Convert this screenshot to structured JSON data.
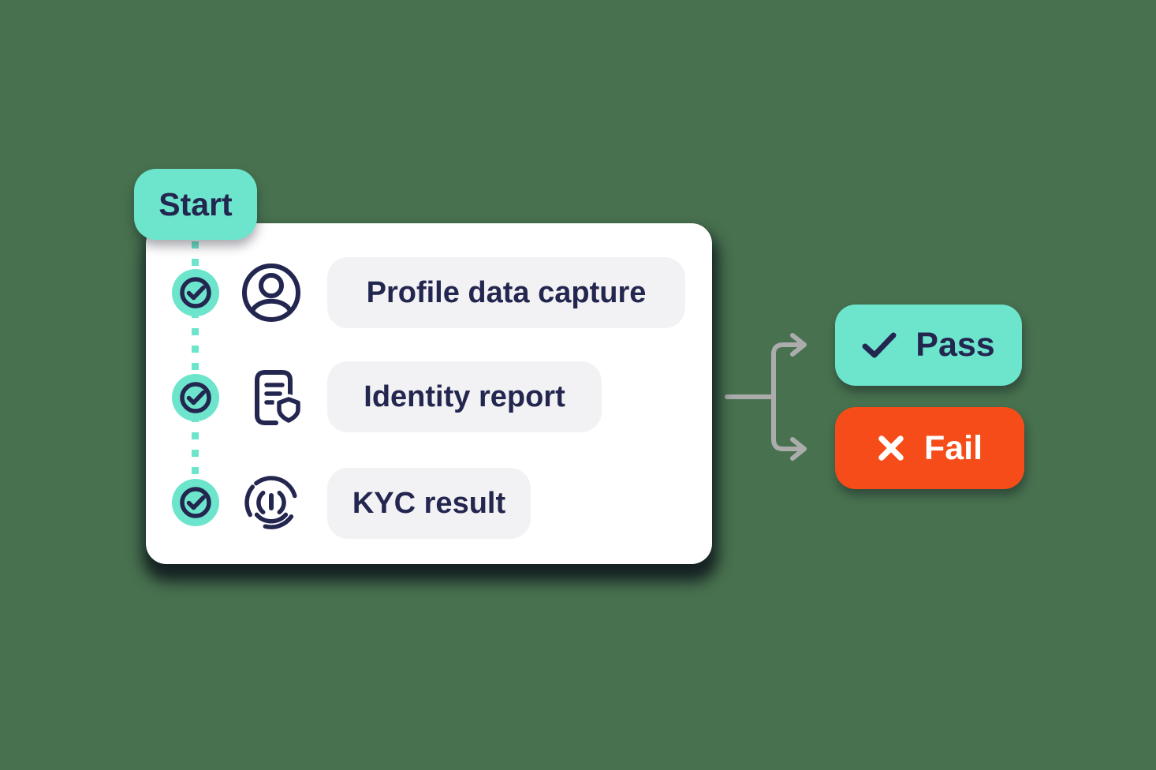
{
  "page": {
    "background_color": "#48714F",
    "description": "KYC verification flow diagram"
  },
  "colors": {
    "teal": "#6DE5CC",
    "navy": "#23264F",
    "orange": "#F54C19",
    "card_bg": "#FFFFFF",
    "pill_bg": "#F2F2F4",
    "connector_gray": "#ACACAC"
  },
  "flow": {
    "start_label": "Start",
    "steps": [
      {
        "label": "Profile data capture",
        "icon": "user-profile-icon",
        "status_icon": "check-circle-icon"
      },
      {
        "label": "Identity report",
        "icon": "identity-document-shield-icon",
        "status_icon": "check-circle-icon"
      },
      {
        "label": "KYC result",
        "icon": "kyc-scan-icon",
        "status_icon": "check-circle-icon"
      }
    ],
    "outcomes": [
      {
        "label": "Pass",
        "icon": "check-icon",
        "bg": "#6DE5CC",
        "fg": "#23264F"
      },
      {
        "label": "Fail",
        "icon": "x-icon",
        "bg": "#F54C19",
        "fg": "#FFFFFF"
      }
    ]
  }
}
